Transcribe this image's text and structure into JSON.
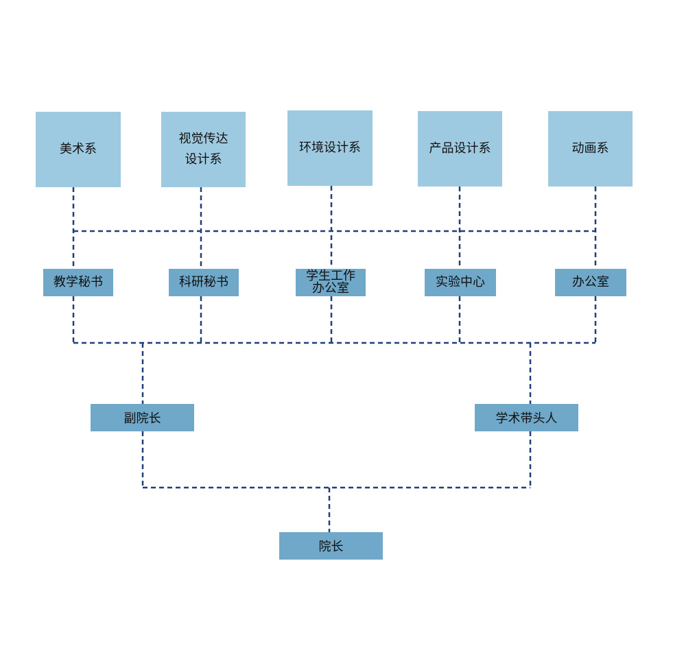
{
  "colors": {
    "department_fill": "#9ecae1",
    "office_fill": "#6fa8c9",
    "connector": "#1f3f7a"
  },
  "departments": [
    {
      "lines": [
        "美术系"
      ]
    },
    {
      "lines": [
        "视觉传达",
        "设计系"
      ]
    },
    {
      "lines": [
        "环境设计系"
      ]
    },
    {
      "lines": [
        "产品设计系"
      ]
    },
    {
      "lines": [
        "动画系"
      ]
    }
  ],
  "offices": [
    {
      "lines": [
        "教学秘书"
      ]
    },
    {
      "lines": [
        "科研秘书"
      ]
    },
    {
      "lines": [
        "学生工作",
        "办公室"
      ]
    },
    {
      "lines": [
        "实验中心"
      ]
    },
    {
      "lines": [
        "办公室"
      ]
    }
  ],
  "leaders": {
    "vice_dean": "副院长",
    "academic_leader": "学术带头人",
    "dean": "院长"
  }
}
